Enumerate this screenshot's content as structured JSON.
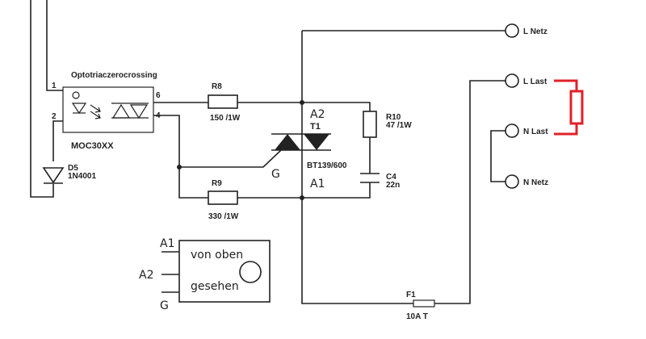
{
  "colors": {
    "wire": "#222222",
    "load": "#e0202a",
    "background": "#ffffff"
  },
  "optocoupler": {
    "title": "Optotriaczerocrossing",
    "part": "MOC30XX",
    "pins": {
      "p1": "1",
      "p2": "2",
      "p6": "6",
      "p4": "4"
    }
  },
  "diode": {
    "ref": "D5",
    "value": "1N4001"
  },
  "r8": {
    "ref": "R8",
    "value": "150 /1W"
  },
  "r9": {
    "ref": "R9",
    "value": "330 /1W"
  },
  "r10": {
    "ref": "R10",
    "value": "47 /1W"
  },
  "c4": {
    "ref": "C4",
    "value": "22n"
  },
  "triac": {
    "ref": "T1",
    "value": "BT139/600",
    "a2": "A2",
    "a1": "A1",
    "gate": "G"
  },
  "fuse": {
    "ref": "F1",
    "value": "10A T"
  },
  "terminals": {
    "l_netz": "L Netz",
    "l_last": "L Last",
    "n_last": "N Last",
    "n_netz": "N Netz"
  },
  "package": {
    "line1": "von oben",
    "line2": "gesehen",
    "pin_a1": "A1",
    "pin_a2": "A2",
    "pin_g": "G"
  }
}
